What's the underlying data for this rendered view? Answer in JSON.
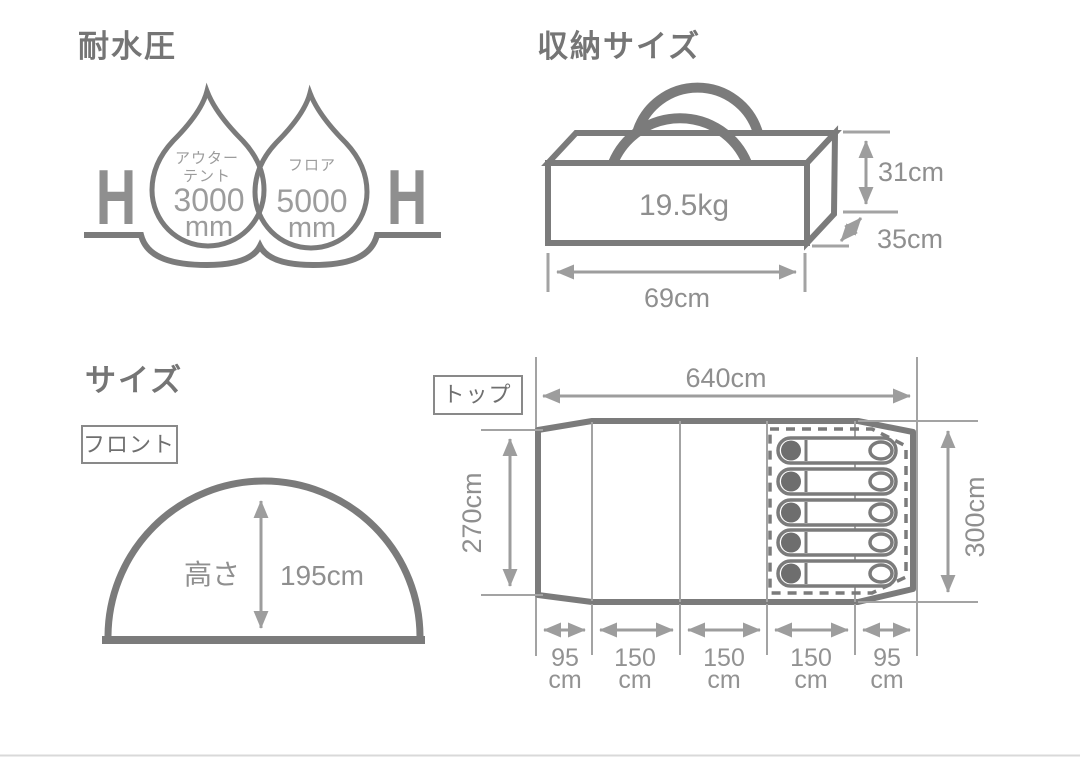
{
  "colors": {
    "outline": "#7b7b7b",
    "measure_lines": "#9d9d9d",
    "title_text": "#757575",
    "value_text": "#8f8f8f",
    "drop_text": "#9c9c9c",
    "bottom_rule": "#d9d9d9"
  },
  "water_resistance": {
    "title": "耐水圧",
    "column_symbol": "H",
    "drops": [
      {
        "label_line1": "アウター",
        "label_line2": "テント",
        "value": "3000",
        "unit": "mm"
      },
      {
        "label_line1": "フロア",
        "value": "5000",
        "unit": "mm"
      }
    ]
  },
  "storage": {
    "title": "収納サイズ",
    "weight": "19.5kg",
    "height": "31cm",
    "depth": "35cm",
    "width": "69cm"
  },
  "size": {
    "title": "サイズ",
    "front": {
      "view_label": "フロント",
      "height_label": "高さ",
      "height_value": "195cm"
    },
    "top": {
      "view_label": "トップ",
      "total_width": "640cm",
      "left_height": "270cm",
      "right_height": "300cm",
      "segments": [
        {
          "value": "95",
          "unit": "cm"
        },
        {
          "value": "150",
          "unit": "cm"
        },
        {
          "value": "150",
          "unit": "cm"
        },
        {
          "value": "150",
          "unit": "cm"
        },
        {
          "value": "95",
          "unit": "cm"
        }
      ]
    }
  }
}
